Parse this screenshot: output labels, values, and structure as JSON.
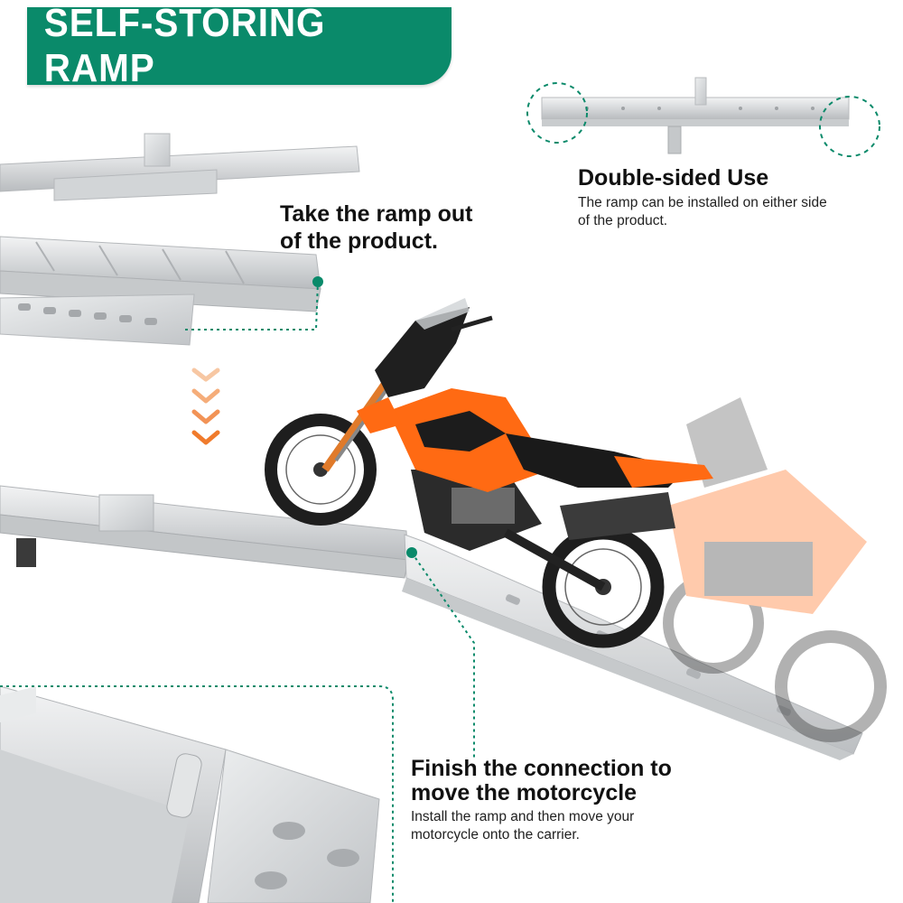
{
  "banner": {
    "title": "SELF-STORING RAMP"
  },
  "callouts": {
    "double_sided": {
      "heading": "Double-sided Use",
      "line1": "The ramp can be installed on either side",
      "line2": "of the product."
    },
    "take_out": {
      "line1": "Take the ramp out",
      "line2": "of the product."
    },
    "finish": {
      "heading1": "Finish the connection to",
      "heading2": "move the motorcycle",
      "line1": "Install the ramp and then move your",
      "line2": "motorcycle onto the carrier."
    }
  },
  "colors": {
    "brand_green": "#0a8a6a",
    "arrow_orange": "#f07b2c",
    "bike_orange": "#ff6a13",
    "metal": "#d9dadb"
  },
  "icons": {
    "down_arrows": "chevron-down-icon"
  }
}
